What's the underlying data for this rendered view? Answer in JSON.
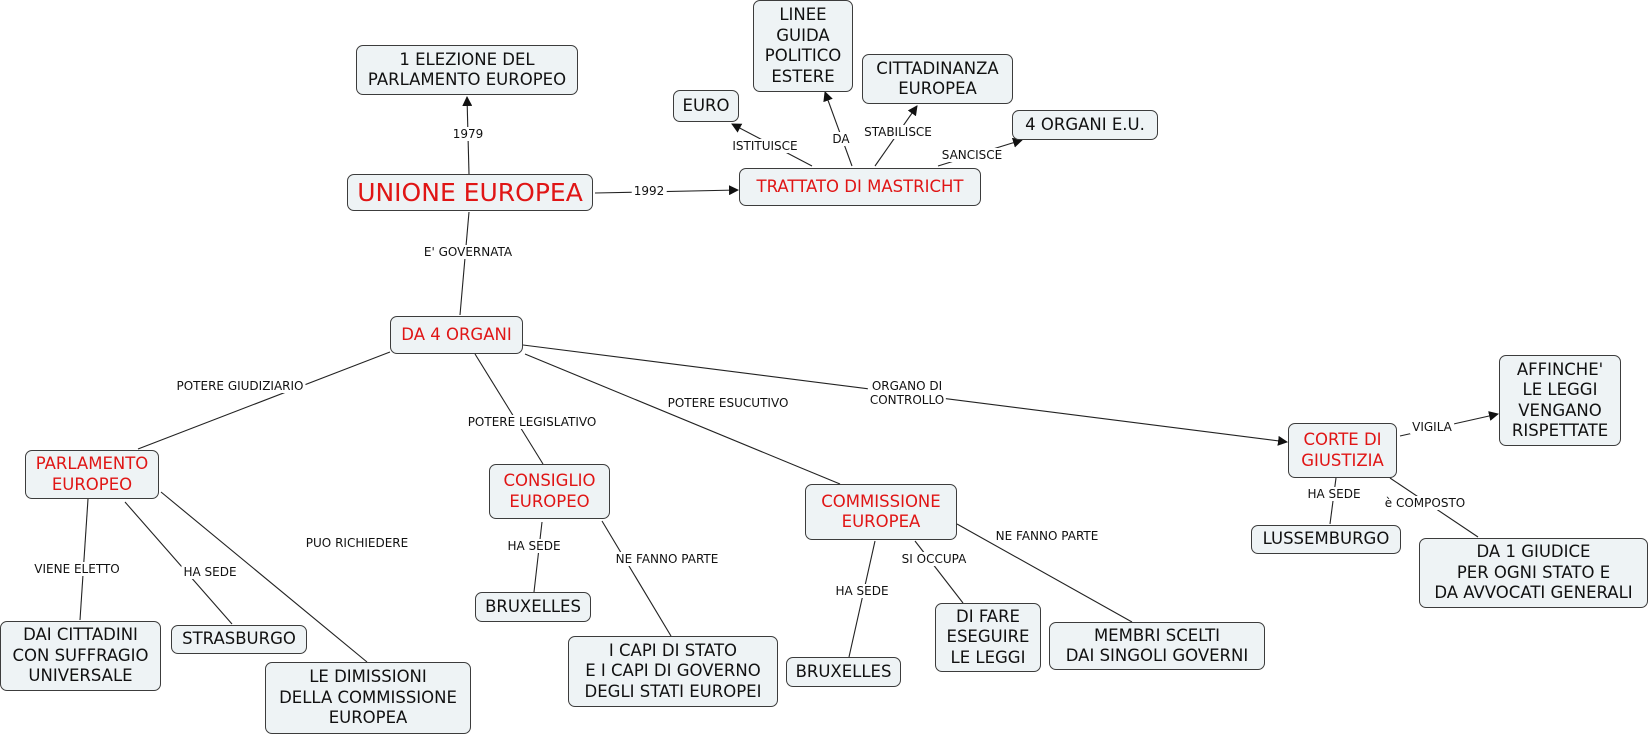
{
  "nodes": {
    "elezione": "1 ELEZIONE DEL\nPARLAMENTO EUROPEO",
    "linee": "LINEE\nGUIDA\nPOLITICO\nESTERE",
    "cittadinanza": "CITTADINANZA\nEUROPEA",
    "euro": "EURO",
    "organi_eu": "4 ORGANI E.U.",
    "unione": "UNIONE EUROPEA",
    "trattato": "TRATTATO DI MASTRICHT",
    "da4organi": "DA 4 ORGANI",
    "affinche": "AFFINCHE'\nLE LEGGI\nVENGANO\nRISPETTATE",
    "parlamento": "PARLAMENTO\nEUROPEO",
    "corte": "CORTE DI\nGIUSTIZIA",
    "consiglio": "CONSIGLIO\nEUROPEO",
    "commissione": "COMMISSIONE\nEUROPEA",
    "lussemburgo": "LUSSEMBURGO",
    "giudice": "DA 1 GIUDICE\nPER OGNI STATO E\nDA AVVOCATI GENERALI",
    "bruxelles1": "BRUXELLES",
    "cittadini": "DAI CITTADINI\nCON SUFFRAGIO\nUNIVERSALE",
    "strasburgo": "STRASBURGO",
    "fare": "DI FARE\nESEGUIRE\nLE LEGGI",
    "membri": "MEMBRI SCELTI\nDAI SINGOLI GOVERNI",
    "capi": "I CAPI DI STATO\nE I CAPI DI GOVERNO\nDEGLI STATI EUROPEI",
    "bruxelles2": "BRUXELLES",
    "dimissioni": "LE DIMISSIONI\nDELLA COMMISSIONE\nEUROPEA"
  },
  "labels": {
    "y1979": "1979",
    "y1992": "1992",
    "istituisce": "ISTITUISCE",
    "da": "DA",
    "stabilisce": "STABILISCE",
    "sancisce": "SANCISCE",
    "governata": "E' GOVERNATA",
    "giudiziario": "POTERE GIUDIZIARIO",
    "legislativo": "POTERE LEGISLATIVO",
    "esecutivo": "POTERE ESUCUTIVO",
    "controllo": "ORGANO DI\nCONTROLLO",
    "vigila": "VIGILA",
    "hasede_corte": "HA SEDE",
    "composto": "è COMPOSTO",
    "eletto": "VIENE ELETTO",
    "hasede_parl": "HA SEDE",
    "richiedere": "PUO RICHIEDERE",
    "hasede_cons": "HA SEDE",
    "nefanno_cons": "NE FANNO PARTE",
    "hasede_comm": "HA SEDE",
    "occupa": "SI OCCUPA",
    "nefanno_comm": "NE FANNO PARTE"
  },
  "colors": {
    "concept_red": "#e01515",
    "node_fill": "#eef3f5",
    "line": "#222222"
  }
}
